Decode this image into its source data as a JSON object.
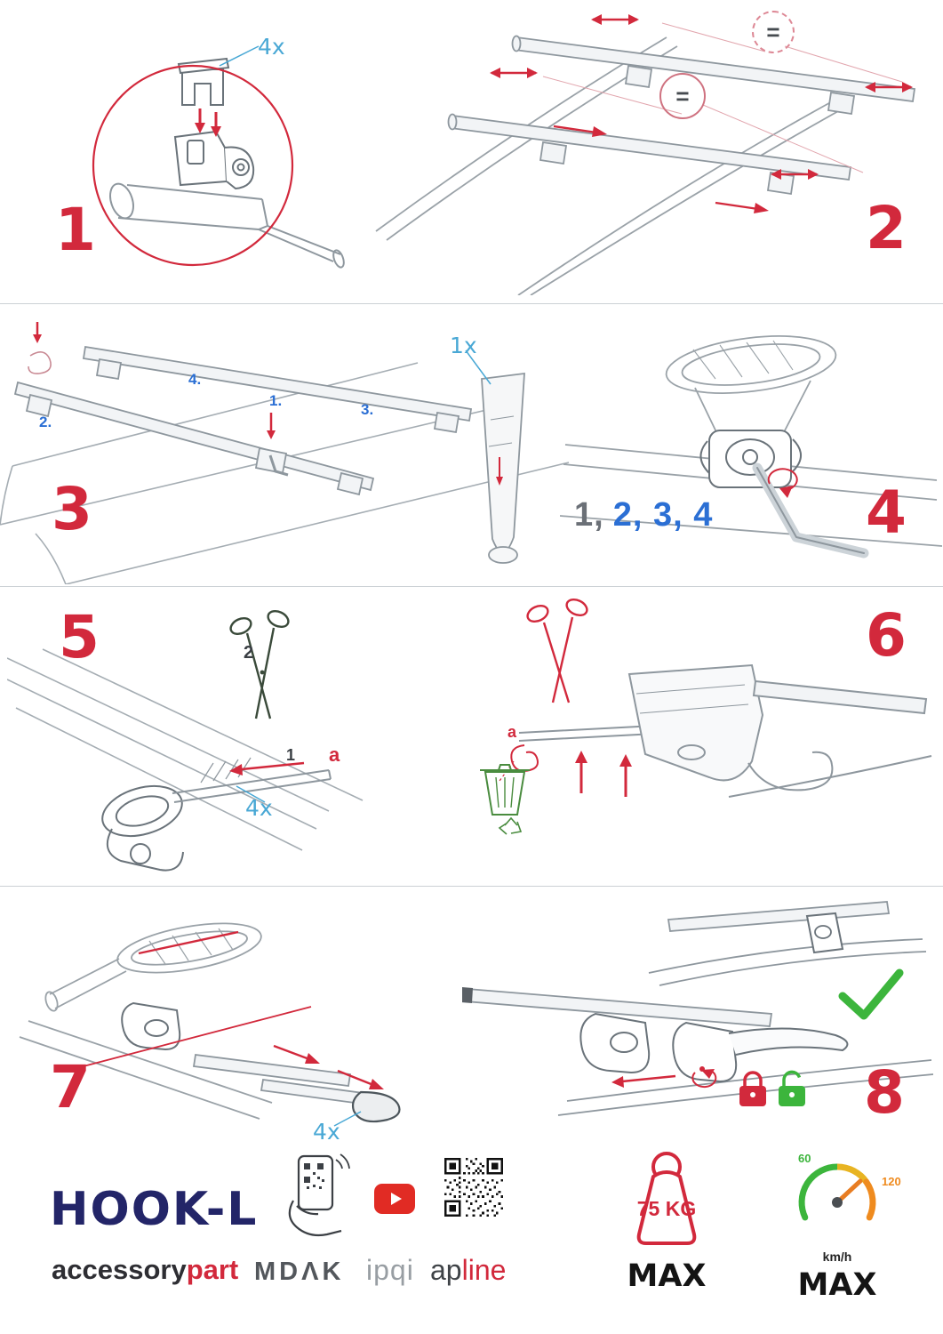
{
  "palette": {
    "accent_red": "#d2293c",
    "light_blue": "#49a8d5",
    "blue": "#2b6fd4",
    "green": "#3cb53c",
    "navy": "#232568",
    "line_gray": "#8e979e",
    "orange": "#ef8b1f"
  },
  "icons": [
    "magnifier-circle",
    "equal-badge",
    "scissors-icon",
    "trash-icon",
    "recycle-icon",
    "checkmark-icon",
    "padlock-locked-icon",
    "padlock-unlocked-icon",
    "phone-qr-icon",
    "youtube-icon",
    "qr-code",
    "weight-icon",
    "speedometer-icon"
  ],
  "steps": {
    "s1": {
      "number": "1",
      "qty": "4x"
    },
    "s2": {
      "number": "2",
      "equals": "="
    },
    "s3": {
      "number": "3",
      "qty": "1x",
      "label_1": "1.",
      "label_2": "2.",
      "label_3": "3.",
      "label_4": "4."
    },
    "s4": {
      "number": "4",
      "sequence_gray": "1,",
      "sequence_blue": "2, 3, 4"
    },
    "s5": {
      "number": "5",
      "cut_label": "2",
      "strip_label": "1",
      "dim_label": "a",
      "qty": "4x"
    },
    "s6": {
      "number": "6",
      "dim_label": "a"
    },
    "s7": {
      "number": "7",
      "qty": "4x"
    },
    "s8": {
      "number": "8"
    }
  },
  "footer": {
    "product_name": "HOOK-L",
    "brand_primary": "accessory",
    "brand_accent": "part",
    "logo_mdak": "MDΛK",
    "logo_ipqi": "ipqi",
    "logo_apline_prefix": "ap",
    "logo_apline_accent": "line",
    "weight_value": "75 KG",
    "weight_max": "MAX",
    "speed_low": "60",
    "speed_high": "120",
    "speed_unit": "km/h",
    "speed_max": "MAX"
  }
}
